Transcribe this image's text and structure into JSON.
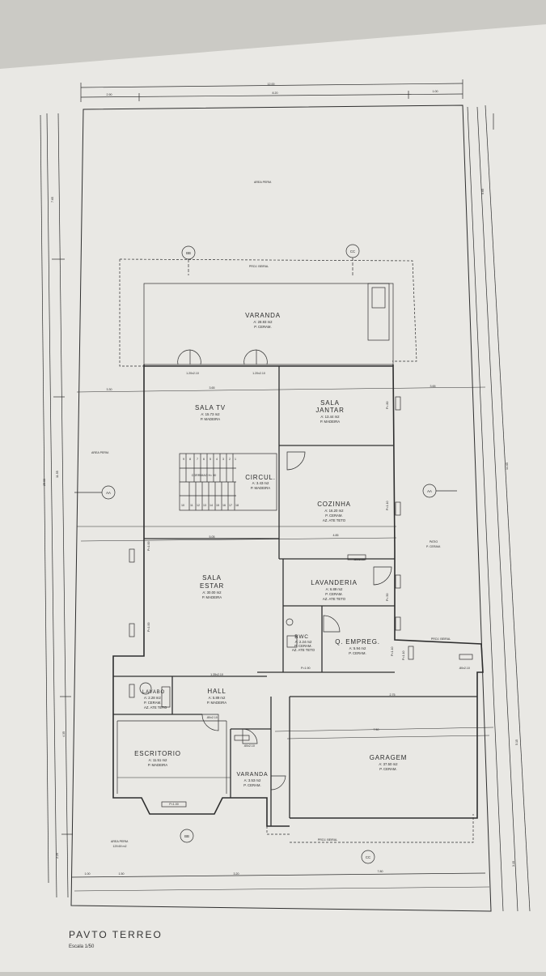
{
  "drawing": {
    "title": "PAVTO TERREO",
    "scale": "Escala 1/50"
  },
  "rooms": {
    "varanda_top": {
      "name": "VARANDA",
      "area": "A: 28.93 m2",
      "floor": "P. CERAM."
    },
    "sala_tv": {
      "name": "SALA TV",
      "area": "A: 15.73 m2",
      "floor": "P. MADEIRA"
    },
    "sala_jantar": {
      "name1": "SALA",
      "name2": "JANTAR",
      "area": "A: 13.44 m2",
      "floor": "P. MADEIRA"
    },
    "circul": {
      "name": "CIRCUL.",
      "area": "A: 3.43 m2",
      "floor": "P. MADEIRA"
    },
    "cozinha": {
      "name": "COZINHA",
      "area": "A: 16.20 m2",
      "floor": "P. CERAM.",
      "note": "AZ. ATE TETO"
    },
    "sala_estar": {
      "name1": "SALA",
      "name2": "ESTAR",
      "area": "A: 30.00 m2",
      "floor": "P. MADEIRA"
    },
    "lavanderia": {
      "name": "LAVANDERIA",
      "area": "A: 6.89 m2",
      "floor": "P. CERAM.",
      "note": "AZ. ATE TETO"
    },
    "bwc": {
      "name": "BWC",
      "area": "A: 2.24 m2",
      "floor": "P. CERAM.",
      "note": "AZ. ATE TETO"
    },
    "q_empreg": {
      "name": "Q. EMPREG.",
      "area": "A: 5.94 m2",
      "floor": "P. CERAM."
    },
    "lavabo": {
      "name": "LAVABO",
      "area": "A: 2.28 m2",
      "floor": "P. CERAM.",
      "note": "AZ. ATE TETO"
    },
    "hall": {
      "name": "HALL",
      "area": "A: 5.89 m2",
      "floor": "P. MADEIRA"
    },
    "escritorio": {
      "name": "ESCRITORIO",
      "area": "A: 11.51 m2",
      "floor": "P. MADEIRA"
    },
    "varanda_bottom": {
      "name": "VARANDA",
      "area": "A: 3.53 m2",
      "floor": "P. CERAM."
    },
    "garagem": {
      "name": "GARAGEM",
      "area": "A: 37.50 m2",
      "floor": "P. CERAM."
    },
    "patio": {
      "name": "PATIO",
      "floor": "P. CERAM."
    }
  },
  "areas": {
    "front": "AREA PERM.",
    "side": "AREA PERM.",
    "bottom": "AREA PERM.",
    "bottom_value": "129.69 m2",
    "proj_beiral_top": "PROJ. BEIRAL",
    "proj_beiral_right": "PROJ. BEIRAL",
    "proj_beiral_bottom": "PROJ. BEIRAL"
  },
  "sections": {
    "aa": "AA",
    "bb": "BB",
    "cc": "CC"
  },
  "stairs": {
    "steps_top": [
      "9",
      "8",
      "7",
      "6",
      "5",
      "4",
      "3",
      "2",
      "1"
    ],
    "steps_bottom": [
      "10",
      "11",
      "12",
      "13",
      "14",
      "15",
      "16",
      "17",
      "18"
    ],
    "label": "CORRIMAO H= 90"
  },
  "openings": {
    "d1": "1.20x2.10",
    "d2": "1.20x2.10",
    "d3": "1.35x2.10",
    "d4": ".80x2.10",
    "d5": ".60x2.10",
    "d6": ".80x2.10",
    "d7": ".80x2.10",
    "w1": "P=1.00",
    "w2": "P=1.00",
    "w3": "P=1.10",
    "w4": "P=1.10",
    "w5": "P=.80",
    "w6": "P=1.90",
    "w7": "P=1.00",
    "w8": "P=.50",
    "w9": "P=1.10"
  },
  "dimensions": {
    "top_total": "12.00",
    "top_left": "2.90",
    "top_mid": "8.20",
    "top_right": "1.00",
    "left_total": "25.00",
    "left_a": "7.65",
    "left_b": "11.55",
    "left_c": "4.35",
    "left_d": "2.20",
    "right_a": "5.65",
    "right_b": "14.65",
    "right_c": "5.15",
    "right_d": "3.15",
    "bottom_a": "1.00",
    "bottom_b": "1.50",
    "bottom_c": "3.20",
    "bottom_d": "7.80",
    "row_a": "3.30",
    "row_b": "3.65",
    "row_c": "3.65",
    "row_d": "5.05",
    "row_e": "4.85",
    "row_f": "7.50",
    "row_g": "2.75"
  }
}
